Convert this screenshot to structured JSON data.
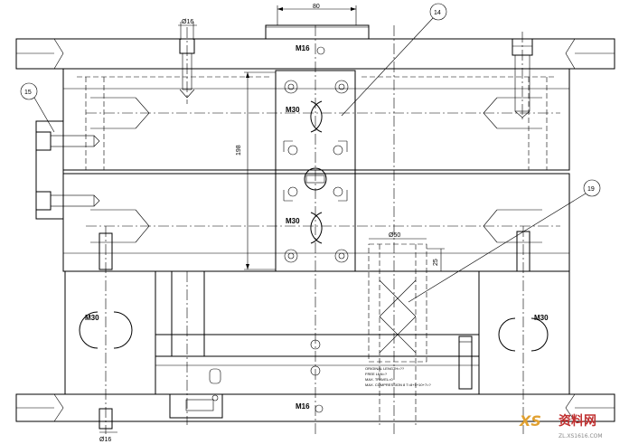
{
  "drawing": {
    "dimensions": {
      "top_width": "80",
      "vertical_height": "198",
      "dia_top": "Ø16",
      "dia_bottom": "Ø16",
      "dia_box": "Ø50",
      "box_height": "25"
    },
    "threads": {
      "m16_top": "M16",
      "m16_bottom": "M16",
      "m30_upper": "M30",
      "m30_lower": "M30",
      "m30_left": "M30",
      "m30_right": "M30"
    },
    "balloons": {
      "b14": "14",
      "b15": "15",
      "b19": "19"
    },
    "notes": [
      "ORIGINAL LENGTH=??",
      "FREE LEN=?",
      "MAX. TRAVEL=0",
      "MAX. COMPRESSION 8 T=8+5+10+7=?"
    ]
  },
  "watermark": {
    "text": "资料网",
    "url": "ZL.XS1616.COM"
  }
}
